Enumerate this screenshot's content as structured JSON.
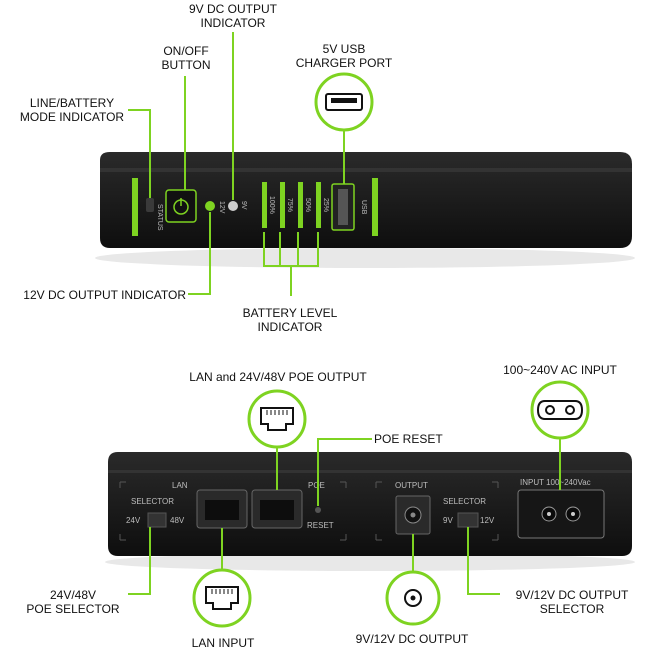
{
  "top_device": {
    "labels": {
      "dc9v_line1": "9V DC OUTPUT",
      "dc9v_line2": "INDICATOR",
      "onoff_line1": "ON/OFF",
      "onoff_line2": "BUTTON",
      "usb_line1": "5V USB",
      "usb_line2": "CHARGER PORT",
      "mode_line1": "LINE/BATTERY",
      "mode_line2": "MODE INDICATOR",
      "dc12v": "12V DC OUTPUT INDICATOR",
      "battery_line1": "BATTERY LEVEL",
      "battery_line2": "INDICATOR"
    },
    "panel_text": {
      "status": "STATUS",
      "v12": "12V",
      "v9": "9V",
      "usb": "USB",
      "levels": [
        "100%",
        "75%",
        "50%",
        "25%"
      ]
    }
  },
  "bottom_device": {
    "labels": {
      "lan_poe": "LAN and 24V/48V POE OUTPUT",
      "ac_input": "100~240V AC INPUT",
      "poe_reset": "POE RESET",
      "poe_sel_line1": "24V/48V",
      "poe_sel_line2": "POE SELECTOR",
      "lan_input": "LAN INPUT",
      "dc_output": "9V/12V DC OUTPUT",
      "dc_sel_line1": "9V/12V DC OUTPUT",
      "dc_sel_line2": "SELECTOR"
    },
    "panel_text": {
      "lan": "LAN",
      "poe": "POE",
      "selector_left": "SELECTOR",
      "v24": "24V",
      "v48": "48V",
      "reset": "RESET",
      "output": "OUTPUT",
      "selector_right": "SELECTOR",
      "v9": "9V",
      "v12": "12V",
      "input": "INPUT 100~240Vac"
    }
  },
  "colors": {
    "accent_green": "#7ed321",
    "device_body": "#1a1a1a"
  }
}
